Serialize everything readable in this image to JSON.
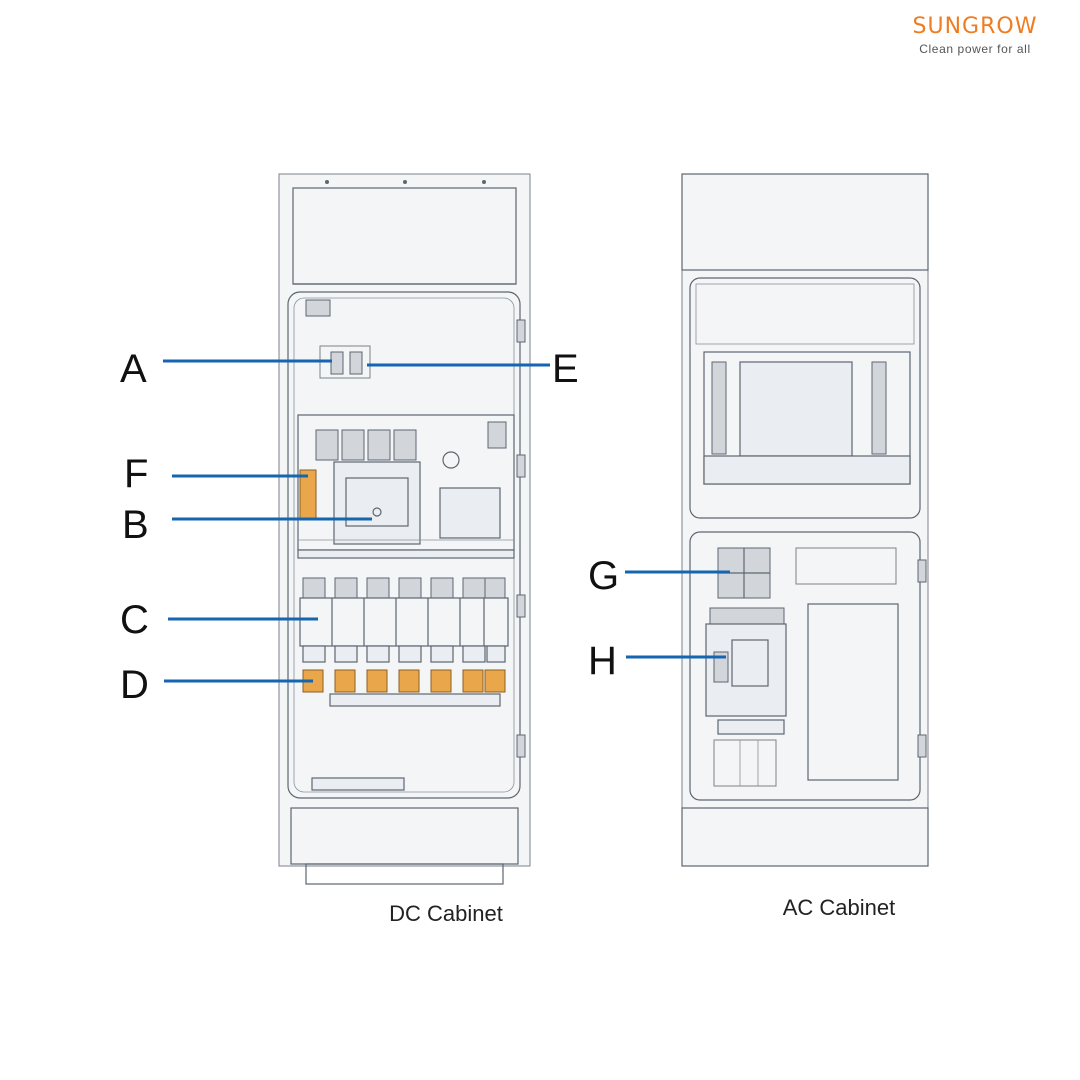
{
  "brand": {
    "name": "SUNGROW",
    "tagline": "Clean power for all",
    "color": "#f07c22"
  },
  "diagram": {
    "leader_color": "#1565b0",
    "cabinets": [
      {
        "id": "dc",
        "caption": "DC Cabinet"
      },
      {
        "id": "ac",
        "caption": "AC Cabinet"
      }
    ],
    "callouts": [
      {
        "letter": "A",
        "cabinet": "dc"
      },
      {
        "letter": "E",
        "cabinet": "dc"
      },
      {
        "letter": "F",
        "cabinet": "dc"
      },
      {
        "letter": "B",
        "cabinet": "dc"
      },
      {
        "letter": "C",
        "cabinet": "dc"
      },
      {
        "letter": "D",
        "cabinet": "dc"
      },
      {
        "letter": "G",
        "cabinet": "ac"
      },
      {
        "letter": "H",
        "cabinet": "ac"
      }
    ]
  }
}
